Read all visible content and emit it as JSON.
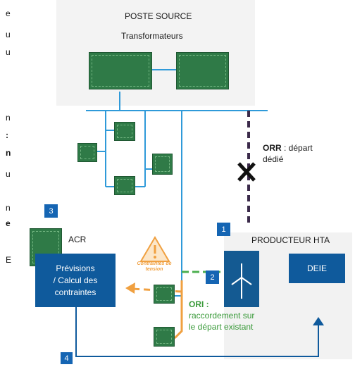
{
  "poste_source": {
    "title": "POSTE SOURCE",
    "subtitle": "Transformateurs"
  },
  "producteur": {
    "label": "PRODUCTEUR HTA"
  },
  "orr": {
    "bold": "ORR",
    "text": " : départ",
    "text2": "dédié"
  },
  "ori": {
    "bold": "ORI :",
    "line1": "raccordement sur",
    "line2": "le départ existant"
  },
  "acr": {
    "label": "ACR"
  },
  "contraintes": {
    "line1": "Contraintes de",
    "line2": "tension"
  },
  "previsions": {
    "line1": "Prévisions",
    "line2": "/ Calcul des",
    "line3": "contraintes"
  },
  "deie": {
    "label": "DEIE"
  },
  "badges": [
    "1",
    "2",
    "3",
    "4"
  ],
  "left_fragments": [
    "e",
    "u",
    "u",
    "n",
    ":",
    "n",
    "u",
    "n",
    "e",
    "E"
  ],
  "colors": {
    "line_blue": "#2f9ad9",
    "dark_blue": "#0f5a9c",
    "green": "#4caf50",
    "orange": "#f0a040",
    "dashed_purple": "#3b2a4a",
    "ori_green": "#3a9a3a"
  },
  "icons": [
    "transformer-icon",
    "wind-turbine-icon",
    "warning-icon",
    "cross-icon",
    "acr-system-icon"
  ]
}
